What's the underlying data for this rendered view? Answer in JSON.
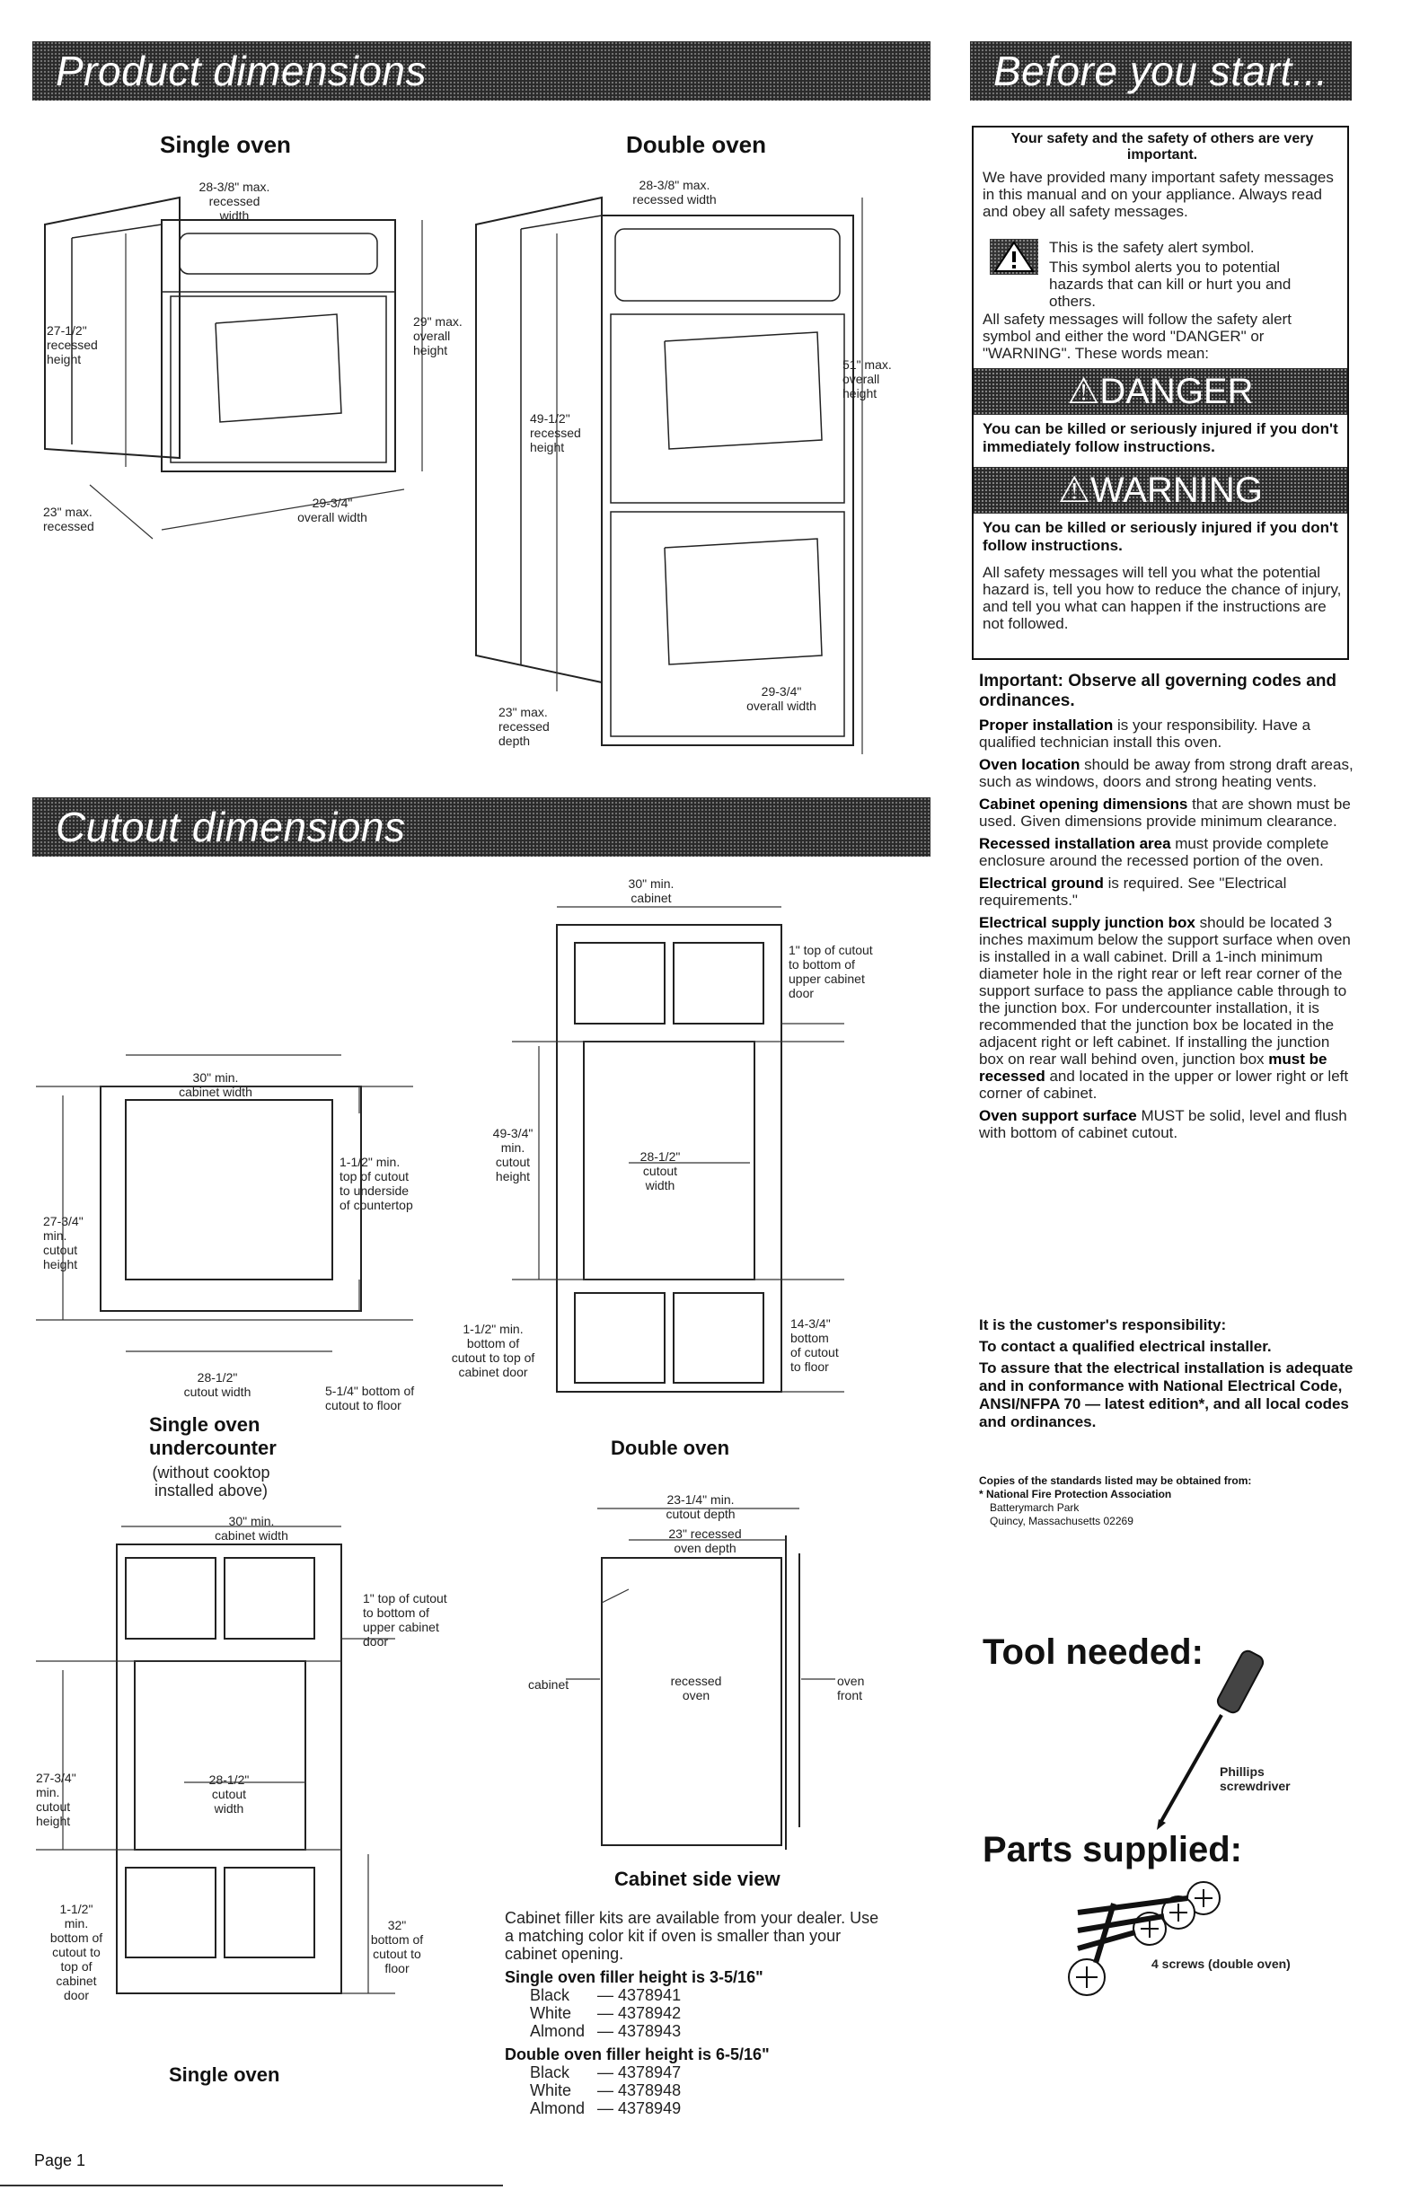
{
  "banners": {
    "product": "Product dimensions",
    "before": "Before you start...",
    "cutout": "Cutout dimensions"
  },
  "product": {
    "single_title": "Single oven",
    "double_title": "Double oven",
    "single_labels": {
      "width": "28-3/8\" max.\nrecessed\nwidth",
      "recessed_height": "27-1/2\"\nrecessed\nheight",
      "overall_height": "29\" max.\noverall\nheight",
      "depth": "23\" max.\nrecessed",
      "overall_width": "29-3/4\"\noverall width"
    },
    "double_labels": {
      "width": "28-3/8\" max.\nrecessed width",
      "recessed_height": "49-1/2\"\nrecessed\nheight",
      "overall_height": "51\" max.\noverall\nheight",
      "depth": "23\" max.\nrecessed\ndepth",
      "overall_width": "29-3/4\"\noverall width"
    }
  },
  "safety": {
    "header": "Your safety and the safety of others are very important.",
    "intro": "We have provided many important safety messages in this manual and on your appliance. Always read and obey all safety messages.",
    "alert_line1": "This is the safety alert symbol.",
    "alert_line2": "This symbol alerts you to potential hazards that can kill or hurt you and others.",
    "follow": "All safety messages will follow the safety alert symbol and either the word \"DANGER\" or \"WARNING\". These words mean:",
    "danger_word": "DANGER",
    "danger_text": "You can be killed or seriously injured if you don't immediately follow instructions.",
    "warning_word": "WARNING",
    "warning_text": "You can be killed or seriously injured if you don't follow instructions.",
    "closing": "All safety messages will tell you what the potential hazard is, tell you how to reduce the chance of injury, and tell you what can happen if the instructions are not followed."
  },
  "important": {
    "heading": "Important: Observe all governing codes and ordinances.",
    "p1_bold": "Proper installation",
    "p1_rest": " is your responsibility. Have a qualified technician install this oven.",
    "p2_bold": "Oven location",
    "p2_rest": " should be away from strong draft areas, such as windows, doors and strong heating vents.",
    "p3_bold": "Cabinet opening dimensions",
    "p3_rest": " that are shown must be used. Given dimensions provide minimum clearance.",
    "p4_bold": "Recessed installation area",
    "p4_rest": " must provide complete enclosure around the recessed portion of the oven.",
    "p5_bold": "Electrical ground",
    "p5_rest": " is required. See \"Electrical requirements.\"",
    "p6_bold": "Electrical supply junction box",
    "p6_rest1": " should be located 3 inches maximum below the support surface when oven is installed in a wall cabinet. Drill a 1-inch minimum diameter hole in the right rear or left rear corner of the support surface to pass the appliance cable through to the junction box. For undercounter installation, it is recommended that the junction box be located in the adjacent right or left cabinet. If installing the junction box on rear wall behind oven, junction box ",
    "p6_bold2": "must be recessed",
    "p6_rest2": " and located in the upper or lower right or left corner of cabinet.",
    "p7_bold": "Oven support surface",
    "p7_rest": " MUST be solid, level and flush with bottom of cabinet cutout."
  },
  "customer": {
    "line1": "It is the customer's responsibility:",
    "line2": "To contact a qualified electrical installer.",
    "line3": "To assure that the electrical installation is adequate and in conformance with National Electrical Code, ANSI/NFPA 70 — latest edition*, and all local codes and ordinances."
  },
  "copies": {
    "intro": "Copies of the standards listed may be obtained from:",
    "line1": "* National Fire Protection Association",
    "line2": "Batterymarch Park",
    "line3": "Quincy, Massachusetts 02269"
  },
  "tool": {
    "heading": "Tool needed:",
    "name": "Phillips\nscrewdriver"
  },
  "parts": {
    "heading": "Parts supplied:",
    "screws": "4 screws (double oven)"
  },
  "cutout": {
    "undercounter": {
      "width": "30\" min.\ncabinet width",
      "height": "27-3/4\"\nmin.\ncutout\nheight",
      "top": "1-1/2\" min.\ntop of cutout\nto underside\nof countertop",
      "cut_width": "28-1/2\"\ncutout width",
      "bottom": "5-1/4\" bottom of\ncutout to floor",
      "title": "Single oven\nundercounter",
      "subtitle": "(without cooktop\ninstalled above)"
    },
    "double": {
      "width": "30\" min.\ncabinet",
      "top": "1\" top of cutout\nto bottom of\nupper cabinet\ndoor",
      "height": "49-3/4\"\nmin.\ncutout\nheight",
      "cut_width": "28-1/2\"\ncutout\nwidth",
      "bottom_door": "1-1/2\" min.\nbottom of\ncutout to top of\ncabinet door",
      "floor": "14-3/4\"\nbottom\nof cutout\nto floor",
      "title": "Double oven"
    },
    "single": {
      "width": "30\" min.\ncabinet width",
      "top": "1\" top of cutout\nto bottom of\nupper cabinet\ndoor",
      "height": "27-3/4\"\nmin.\ncutout\nheight",
      "cut_width": "28-1/2\"\ncutout\nwidth",
      "bottom_door": "1-1/2\"\nmin.\nbottom of\ncutout to\ntop of\ncabinet\ndoor",
      "floor": "32\"\nbottom of\ncutout to\nfloor",
      "title": "Single oven"
    },
    "side": {
      "depth": "23-1/4\" min.\ncutout depth",
      "recessed_depth": "23\" recessed\noven depth",
      "cabinet": "cabinet",
      "recessed": "recessed\noven",
      "front": "oven\nfront",
      "title": "Cabinet side view"
    }
  },
  "filler": {
    "intro": "Cabinet filler kits are available from your dealer. Use a matching color kit if oven is smaller than your cabinet opening.",
    "single_heading": "Single oven filler height is 3-5/16\"",
    "single_items": [
      {
        "color": "Black",
        "part": "4378941"
      },
      {
        "color": "White",
        "part": "4378942"
      },
      {
        "color": "Almond",
        "part": "4378943"
      }
    ],
    "double_heading": "Double oven filler height is 6-5/16\"",
    "double_items": [
      {
        "color": "Black",
        "part": "4378947"
      },
      {
        "color": "White",
        "part": "4378948"
      },
      {
        "color": "Almond",
        "part": "4378949"
      }
    ]
  },
  "footer": {
    "page": "Page 1"
  }
}
